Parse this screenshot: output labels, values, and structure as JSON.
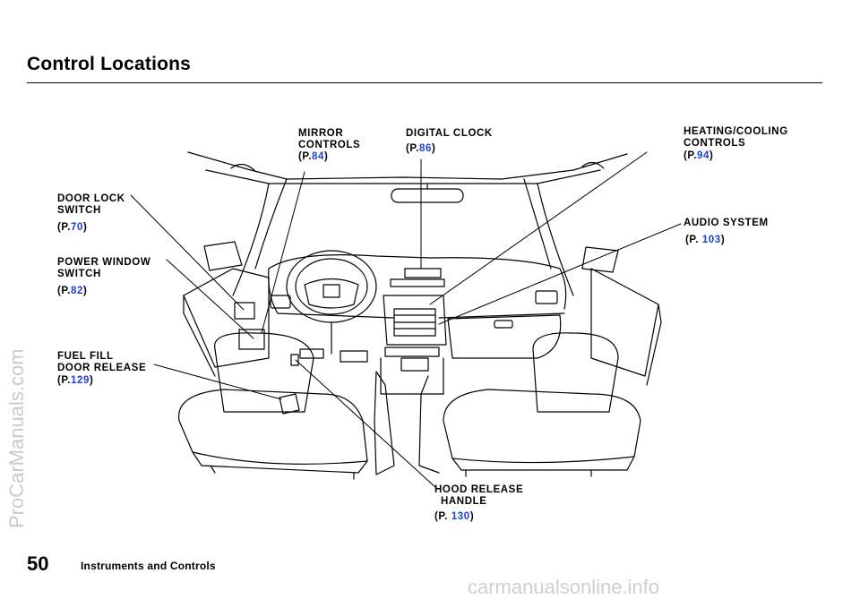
{
  "header": {
    "title": "Control Locations"
  },
  "labels": {
    "mirror": {
      "line1": "MIRROR",
      "line2": "CONTROLS",
      "ref_prefix": "(P.",
      "ref_page": "84",
      "ref_suffix": ")"
    },
    "clock": {
      "line1": "DIGITAL  CLOCK",
      "ref_prefix": "(P.",
      "ref_page": "86",
      "ref_suffix": ")"
    },
    "heating": {
      "line1": "HEATING/COOLING",
      "line2": "CONTROLS",
      "ref_prefix": "(P.",
      "ref_page": "94",
      "ref_suffix": ")"
    },
    "door_lock": {
      "line1": "DOOR  LOCK",
      "line2": "SWITCH",
      "ref_prefix": "(P.",
      "ref_page": "70",
      "ref_suffix": ")"
    },
    "audio": {
      "line1": "AUDIO SYSTEM",
      "ref_prefix": "(P. ",
      "ref_page": "103",
      "ref_suffix": ")"
    },
    "power_window": {
      "line1": "POWER  WINDOW",
      "line2": "SWITCH",
      "ref_prefix": "(P.",
      "ref_page": "82",
      "ref_suffix": ")"
    },
    "fuel": {
      "line1": "FUEL FILL",
      "line2": "DOOR  RELEASE",
      "ref_prefix": "(P.",
      "ref_page": "129",
      "ref_suffix": ")"
    },
    "hood": {
      "line1": "HOOD  RELEASE",
      "line2": "HANDLE",
      "ref_prefix": "(P. ",
      "ref_page": "130",
      "ref_suffix": ")"
    }
  },
  "footer": {
    "page_number": "50",
    "section": "Instruments and Controls"
  },
  "watermarks": {
    "side": "ProCarManuals.com",
    "bottom": "carmanualsonline.info"
  },
  "colors": {
    "page_ref": "#1b3fd4"
  }
}
